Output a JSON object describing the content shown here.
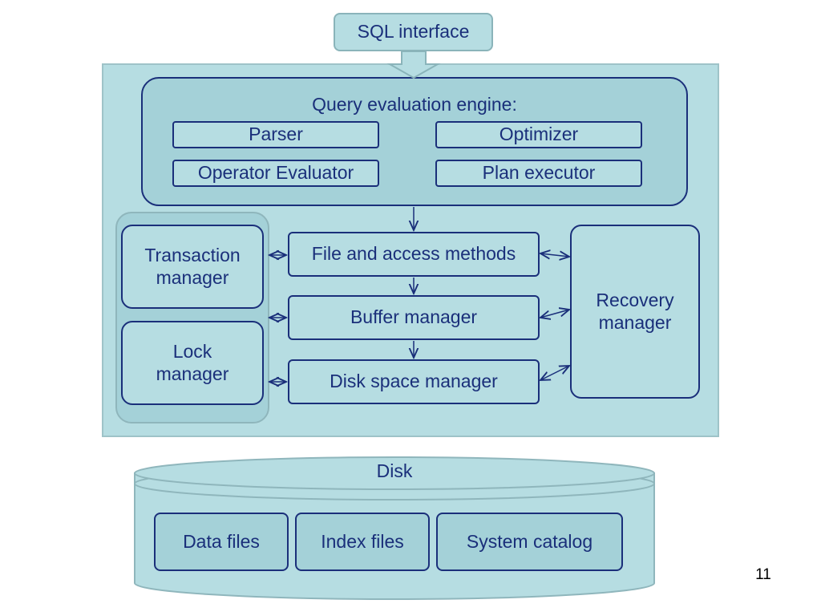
{
  "sql_interface": "SQL interface",
  "query_engine": {
    "title": "Query evaluation engine:",
    "parser": "Parser",
    "optimizer": "Optimizer",
    "operator_evaluator": "Operator Evaluator",
    "plan_executor": "Plan executor"
  },
  "managers": {
    "transaction": [
      "Transaction",
      "manager"
    ],
    "lock": [
      "Lock",
      "manager"
    ],
    "recovery": [
      "Recovery",
      "manager"
    ]
  },
  "layers": {
    "file_access": "File and access methods",
    "buffer": "Buffer manager",
    "disk_space": "Disk space manager"
  },
  "disk": {
    "label": "Disk",
    "data_files": "Data files",
    "index_files": "Index files",
    "system_catalog": "System catalog"
  },
  "page_number": "11",
  "colors": {
    "panel_fill": "#b6dde2",
    "accent_fill": "#a4d1d8",
    "stroke": "#1a2f7a",
    "text": "#1a2f7a"
  }
}
